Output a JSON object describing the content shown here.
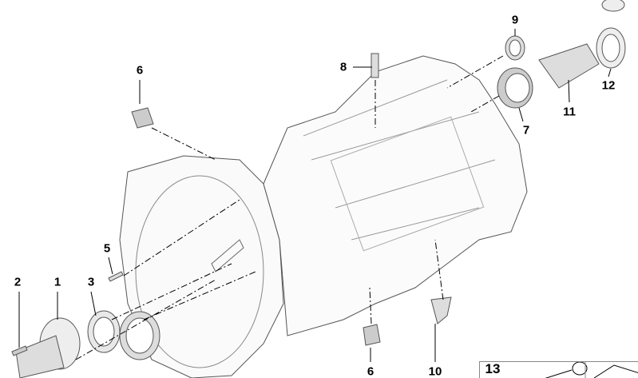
{
  "diagram": {
    "callouts": {
      "c1": "1",
      "c2": "2",
      "c3": "3",
      "c5": "5",
      "c6_top": "6",
      "c6_bottom": "6",
      "c7": "7",
      "c8": "8",
      "c9": "9",
      "c10": "10",
      "c11": "11",
      "c12": "12",
      "c13": "13"
    }
  }
}
